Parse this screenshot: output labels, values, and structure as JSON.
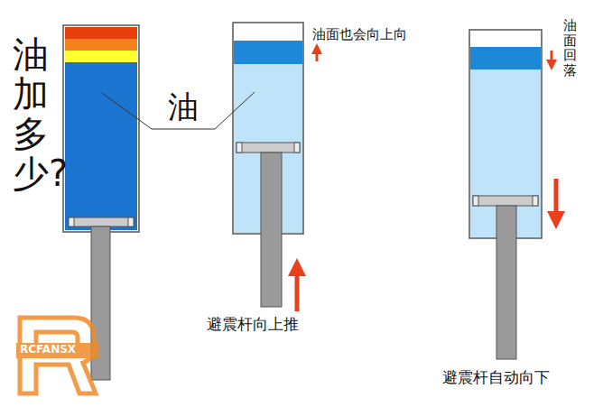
{
  "diagram": {
    "labels": [
      "油加多少?",
      "油",
      "油面也会向上向",
      "避震杆向上推",
      "油面回落",
      "避震杆自动向下",
      "RCFANSX"
    ]
  }
}
